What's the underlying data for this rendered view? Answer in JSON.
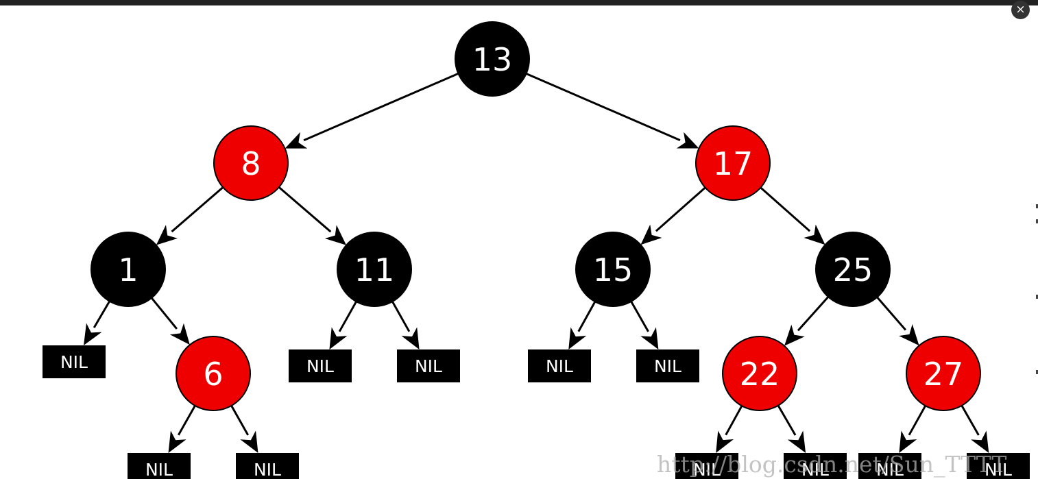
{
  "viewer": {
    "close_icon": "close-icon",
    "close_glyph": "×"
  },
  "tree": {
    "colors": {
      "red": "#ee0000",
      "black": "#000000",
      "edge": "#000000",
      "label": "#ffffff"
    },
    "nodes": [
      {
        "id": "n13",
        "label": "13",
        "color": "black"
      },
      {
        "id": "n8",
        "label": "8",
        "color": "red"
      },
      {
        "id": "n17",
        "label": "17",
        "color": "red"
      },
      {
        "id": "n1",
        "label": "1",
        "color": "black"
      },
      {
        "id": "n11",
        "label": "11",
        "color": "black"
      },
      {
        "id": "n15",
        "label": "15",
        "color": "black"
      },
      {
        "id": "n25",
        "label": "25",
        "color": "black"
      },
      {
        "id": "n6",
        "label": "6",
        "color": "red"
      },
      {
        "id": "n22",
        "label": "22",
        "color": "red"
      },
      {
        "id": "n27",
        "label": "27",
        "color": "red"
      }
    ],
    "nil_label": "NIL",
    "edges": [
      [
        "n13",
        "n8"
      ],
      [
        "n13",
        "n17"
      ],
      [
        "n8",
        "n1"
      ],
      [
        "n8",
        "n11"
      ],
      [
        "n17",
        "n15"
      ],
      [
        "n17",
        "n25"
      ],
      [
        "n1",
        "nil1"
      ],
      [
        "n1",
        "n6"
      ],
      [
        "n11",
        "nil2"
      ],
      [
        "n11",
        "nil3"
      ],
      [
        "n15",
        "nil4"
      ],
      [
        "n15",
        "nil5"
      ],
      [
        "n25",
        "n22"
      ],
      [
        "n25",
        "n27"
      ],
      [
        "n6",
        "nil6"
      ],
      [
        "n6",
        "nil7"
      ],
      [
        "n22",
        "nil8"
      ],
      [
        "n22",
        "nil9"
      ],
      [
        "n27",
        "nil10"
      ],
      [
        "n27",
        "nil11"
      ]
    ]
  },
  "watermark": "http://blog.csdn.net/Sun_TTTT"
}
